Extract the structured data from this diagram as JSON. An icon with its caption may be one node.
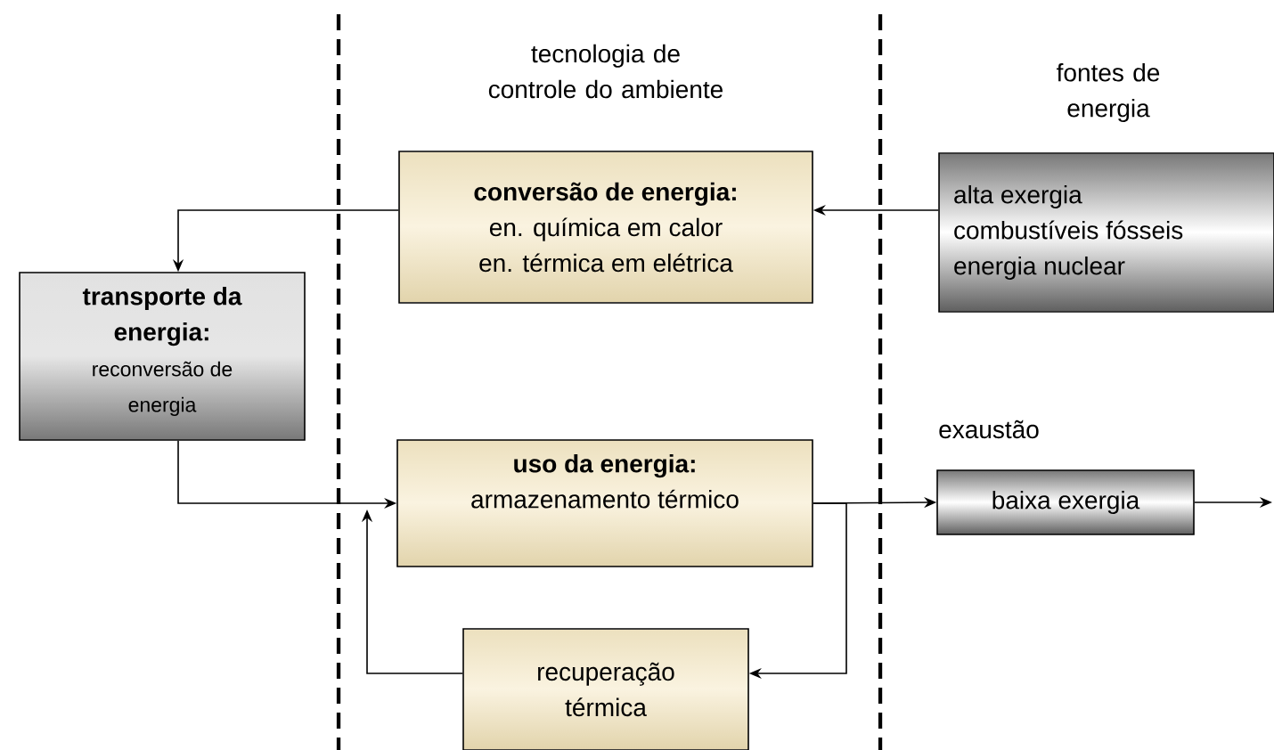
{
  "diagram": {
    "nodes": [
      {
        "text": [
          "fontes de energia",
          "alta exergia",
          "combustíveis fósseis",
          "energia nuclear"
        ]
      },
      {
        "text": [
          "conversão de energia:",
          "en. química em calor",
          "en. térmica em elétrica"
        ]
      },
      {
        "text": [
          "transporte da energia:",
          "reconversão de energia"
        ]
      },
      {
        "text": [
          "uso da energia:",
          "armazenamento térmico"
        ]
      },
      {
        "text": [
          "recuperação térmica"
        ]
      },
      {
        "text": [
          "exaustão",
          "baixa exergia"
        ]
      }
    ],
    "edges": [
      {
        "from": 0,
        "to": 1,
        "arrow": "to"
      },
      {
        "from": 1,
        "to": 2,
        "arrow": "to"
      },
      {
        "from": 2,
        "to": 3,
        "arrow": "to"
      },
      {
        "from": 3,
        "to": 5,
        "arrow": "to"
      },
      {
        "from": 5,
        "to": null,
        "arrow": "to"
      },
      {
        "from": 3,
        "to": 4,
        "arrow": "to"
      },
      {
        "from": 4,
        "to": 3,
        "arrow": "to"
      }
    ],
    "labels": [
      "tecnologia de controle do ambiente"
    ]
  }
}
